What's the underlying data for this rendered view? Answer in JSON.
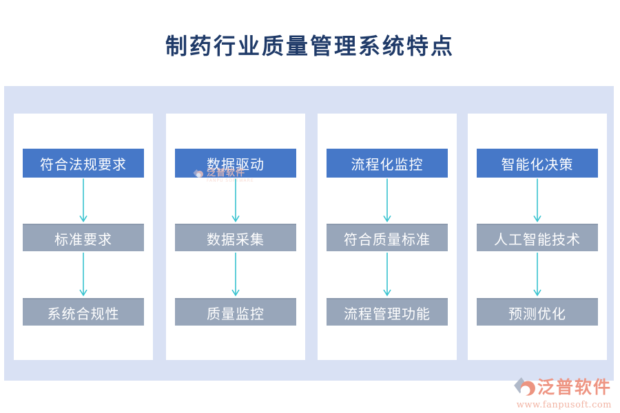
{
  "title": "制药行业质量管理系统特点",
  "diagram": {
    "columns": [
      {
        "header": "符合法规要求",
        "steps": [
          "标准要求",
          "系统合规性"
        ]
      },
      {
        "header": "数据驱动",
        "steps": [
          "数据采集",
          "质量监控"
        ]
      },
      {
        "header": "流程化监控",
        "steps": [
          "符合质量标准",
          "流程管理功能"
        ]
      },
      {
        "header": "智能化决策",
        "steps": [
          "人工智能技术",
          "预测优化"
        ]
      }
    ]
  },
  "watermark": {
    "brand": "泛普软件",
    "subtitle": "FANPU SOFTWARE"
  },
  "footer": {
    "brand": "泛普软件",
    "website": "www.fanpusoft.com"
  },
  "colors": {
    "title_text": "#1f3a68",
    "panel_bg": "#d9e1f4",
    "header_box": "#4678c8",
    "step_box": "#98a6ba",
    "arrow": "#35c2cf",
    "brand_text": "#ee9583",
    "website_text": "#f2b4a4"
  }
}
